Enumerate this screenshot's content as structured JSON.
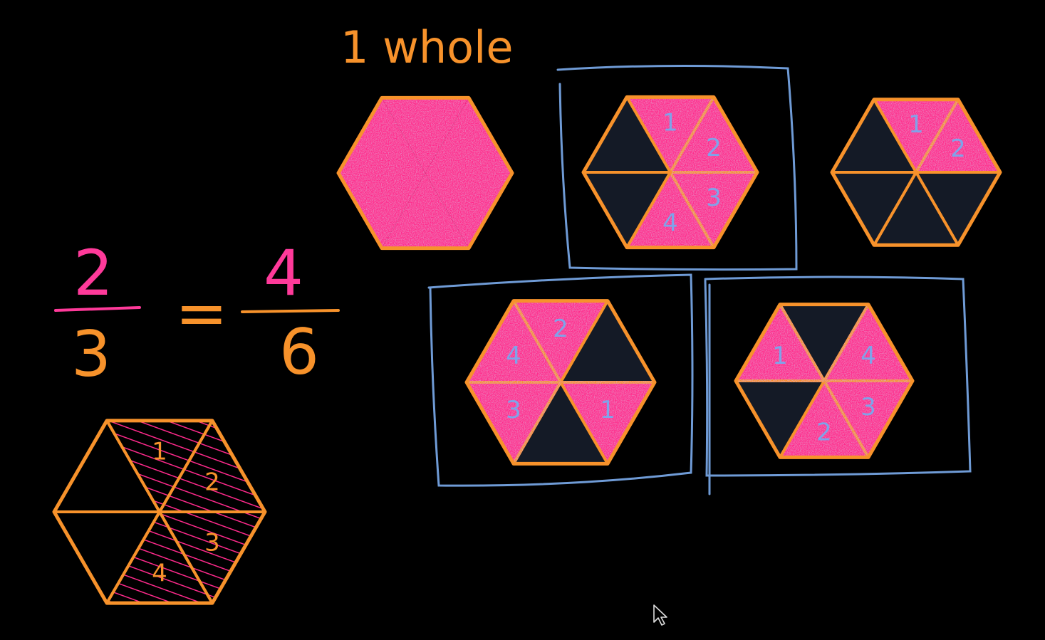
{
  "heading": "1 whole",
  "equation": {
    "left_numerator": "2",
    "left_denominator": "3",
    "equals": "=",
    "right_numerator": "4",
    "right_denominator": "6"
  },
  "colors": {
    "background": "#000000",
    "fill_pink": "#ff2a8c",
    "outline_orange": "#f7922b",
    "frame_blue": "#6f9bd6",
    "digit_blue": "#7fa3ea",
    "empty_dark": "#141a26",
    "frac_pink": "#ff3a9a",
    "frac_orange": "#f7922b"
  },
  "hexagons": [
    {
      "id": "whole",
      "shaded_pieces": 6,
      "labels": []
    },
    {
      "id": "framed-top",
      "shaded_pieces": 4,
      "labels": [
        "1",
        "2",
        "3",
        "4"
      ]
    },
    {
      "id": "top-right",
      "shaded_pieces": 2,
      "labels": [
        "1",
        "2"
      ]
    },
    {
      "id": "framed-bottom-left",
      "shaded_pieces": 4,
      "labels": [
        "3",
        "4",
        "2",
        "1"
      ]
    },
    {
      "id": "framed-bottom-right",
      "shaded_pieces": 4,
      "labels": [
        "1",
        "2",
        "3",
        "4"
      ]
    },
    {
      "id": "sketch",
      "shaded_pieces": 4,
      "labels": [
        "1",
        "2",
        "3",
        "4"
      ]
    }
  ],
  "cursor": "pointer-cursor-icon"
}
